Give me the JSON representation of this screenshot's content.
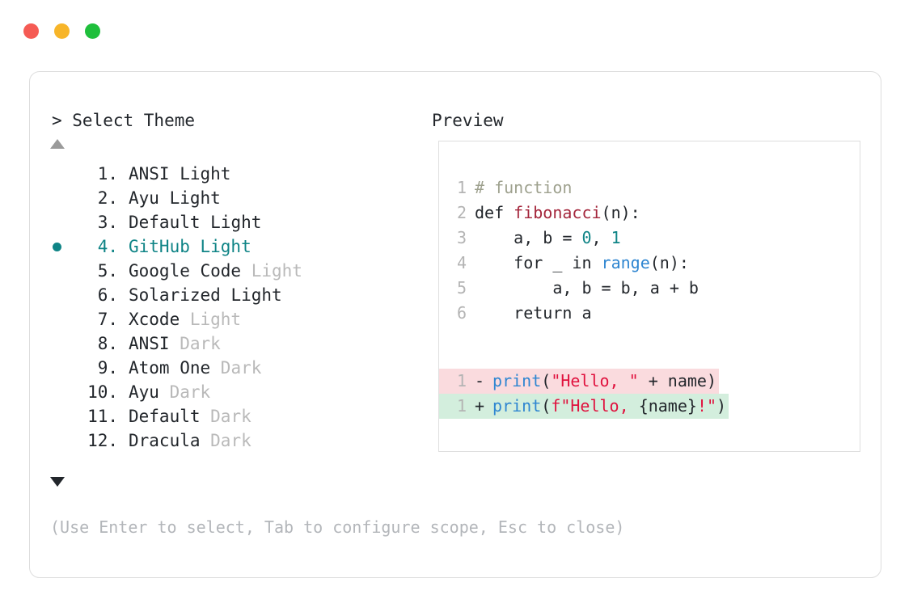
{
  "window": {
    "dots": [
      {
        "name": "close-dot",
        "color": "#f55b54"
      },
      {
        "name": "minimize-dot",
        "color": "#f7b529"
      },
      {
        "name": "maximize-dot",
        "color": "#1fbf3c"
      }
    ]
  },
  "prompt": {
    "title": "> Select Theme",
    "preview_label": "Preview",
    "scroll_up_icon": "triangle-up-icon",
    "scroll_down_icon": "triangle-down-icon",
    "hint": "(Use Enter to select, Tab to configure scope, Esc to close)"
  },
  "accent": {
    "selected_color": "#0f8486",
    "dim_color": "#b9b9b9",
    "text_color": "#22262b",
    "diff_add_bg": "#d3eedd",
    "diff_del_bg": "#fadbde"
  },
  "themes": [
    {
      "index": "1.",
      "name": "ANSI",
      "suffix": "Light",
      "suffix_dim": false,
      "selected": false
    },
    {
      "index": "2.",
      "name": "Ayu",
      "suffix": "Light",
      "suffix_dim": false,
      "selected": false
    },
    {
      "index": "3.",
      "name": "Default",
      "suffix": "Light",
      "suffix_dim": false,
      "selected": false
    },
    {
      "index": "4.",
      "name": "GitHub",
      "suffix": "Light",
      "suffix_dim": false,
      "selected": true
    },
    {
      "index": "5.",
      "name": "Google Code",
      "suffix": "Light",
      "suffix_dim": true,
      "selected": false
    },
    {
      "index": "6.",
      "name": "Solarized",
      "suffix": "Light",
      "suffix_dim": false,
      "selected": false
    },
    {
      "index": "7.",
      "name": "Xcode",
      "suffix": "Light",
      "suffix_dim": true,
      "selected": false
    },
    {
      "index": "8.",
      "name": "ANSI",
      "suffix": "Dark",
      "suffix_dim": true,
      "selected": false
    },
    {
      "index": "9.",
      "name": "Atom One",
      "suffix": "Dark",
      "suffix_dim": true,
      "selected": false
    },
    {
      "index": "10.",
      "name": "Ayu",
      "suffix": "Dark",
      "suffix_dim": true,
      "selected": false
    },
    {
      "index": "11.",
      "name": "Default",
      "suffix": "Dark",
      "suffix_dim": true,
      "selected": false
    },
    {
      "index": "12.",
      "name": "Dracula",
      "suffix": "Dark",
      "suffix_dim": true,
      "selected": false
    }
  ],
  "preview_code": {
    "lines": [
      {
        "no": "1",
        "tokens": [
          {
            "t": "# function",
            "c": "comment"
          }
        ]
      },
      {
        "no": "2",
        "tokens": [
          {
            "t": "def ",
            "c": "kw"
          },
          {
            "t": "fibonacci",
            "c": "fn"
          },
          {
            "t": "(n):",
            "c": "punct"
          }
        ]
      },
      {
        "no": "3",
        "tokens": [
          {
            "t": "    a, b = ",
            "c": "plain"
          },
          {
            "t": "0",
            "c": "num"
          },
          {
            "t": ", ",
            "c": "plain"
          },
          {
            "t": "1",
            "c": "num"
          }
        ]
      },
      {
        "no": "4",
        "tokens": [
          {
            "t": "    for _ in ",
            "c": "plain"
          },
          {
            "t": "range",
            "c": "builtin"
          },
          {
            "t": "(n):",
            "c": "punct"
          }
        ]
      },
      {
        "no": "5",
        "tokens": [
          {
            "t": "        a, b = b, a + b",
            "c": "plain"
          }
        ]
      },
      {
        "no": "6",
        "tokens": [
          {
            "t": "    return a",
            "c": "plain"
          }
        ]
      }
    ],
    "diff": [
      {
        "no": "1",
        "sign": "-",
        "kind": "del",
        "tokens": [
          {
            "t": "print",
            "c": "builtin"
          },
          {
            "t": "(",
            "c": "punct"
          },
          {
            "t": "\"Hello, \"",
            "c": "str"
          },
          {
            "t": " + name)",
            "c": "plain"
          }
        ]
      },
      {
        "no": "1",
        "sign": "+",
        "kind": "add",
        "tokens": [
          {
            "t": "print",
            "c": "builtin"
          },
          {
            "t": "(",
            "c": "punct"
          },
          {
            "t": "f\"Hello, ",
            "c": "str"
          },
          {
            "t": "{name}",
            "c": "plain"
          },
          {
            "t": "!\"",
            "c": "str"
          },
          {
            "t": ")",
            "c": "punct"
          }
        ]
      }
    ]
  }
}
